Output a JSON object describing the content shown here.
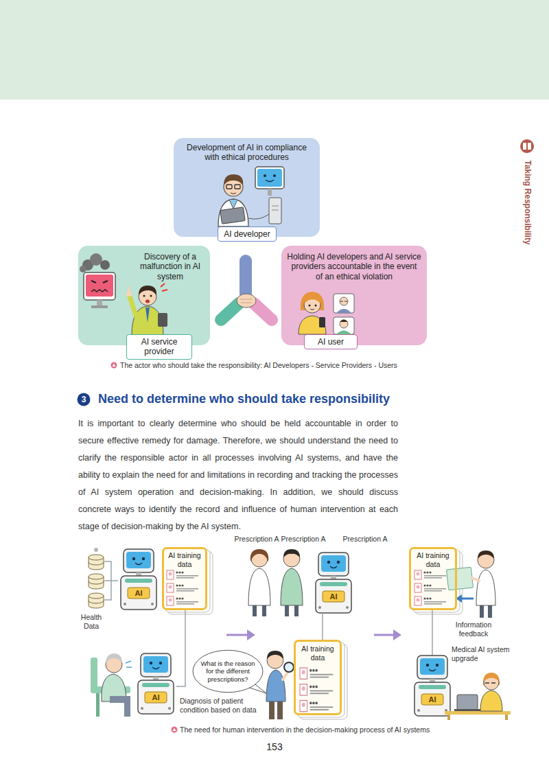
{
  "diagram": {
    "title": "Need to determine who should take responsibility",
    "nodes": [
      {
        "text": [
          "Development of AI in compliance with ethical procedures"
        ]
      },
      {
        "text": [
          "AI developer"
        ],
        "in": 0
      },
      {
        "text": [
          "Discovery of a malfunction in AI system"
        ]
      },
      {
        "text": [
          "AI service provider"
        ],
        "in": 2
      },
      {
        "text": [
          "Holding AI developers and AI service providers accountable in the event of an ethical violation"
        ]
      },
      {
        "text": [
          "AI user"
        ],
        "in": 4
      },
      {
        "text": [
          "AI training data"
        ]
      },
      {
        "text": [
          "What is the reason for the different prescriptions?"
        ]
      },
      {
        "text": [
          "AI training data"
        ]
      },
      {
        "text": [
          "AI training data"
        ]
      }
    ],
    "labels": [
      "Taking Responsibility",
      "3",
      "It is important to clearly determine who should be held accountable in order to secure effective remedy for damage. Therefore, we should understand the need to clarify the responsible actor in all processes involving AI systems, and have the ability to explain the need for and limitations in recording and tracking the processes of AI system operation and decision-making. In addition, we should discuss concrete ways to identify the record and influence of human intervention at each stage of decision-making by the AI system.",
      "The actor who should take the responsibility: AI Developers - Service Providers - Users",
      "Prescription A",
      "Prescription A",
      "Prescription A",
      "Health Data",
      "AI",
      "AI",
      "Diagnosis of patient condition based on data",
      "AI",
      "Information feedback",
      "Medical AI system upgrade",
      "AI",
      "The need for human intervention in the decision-making process of AI systems",
      "153"
    ]
  }
}
